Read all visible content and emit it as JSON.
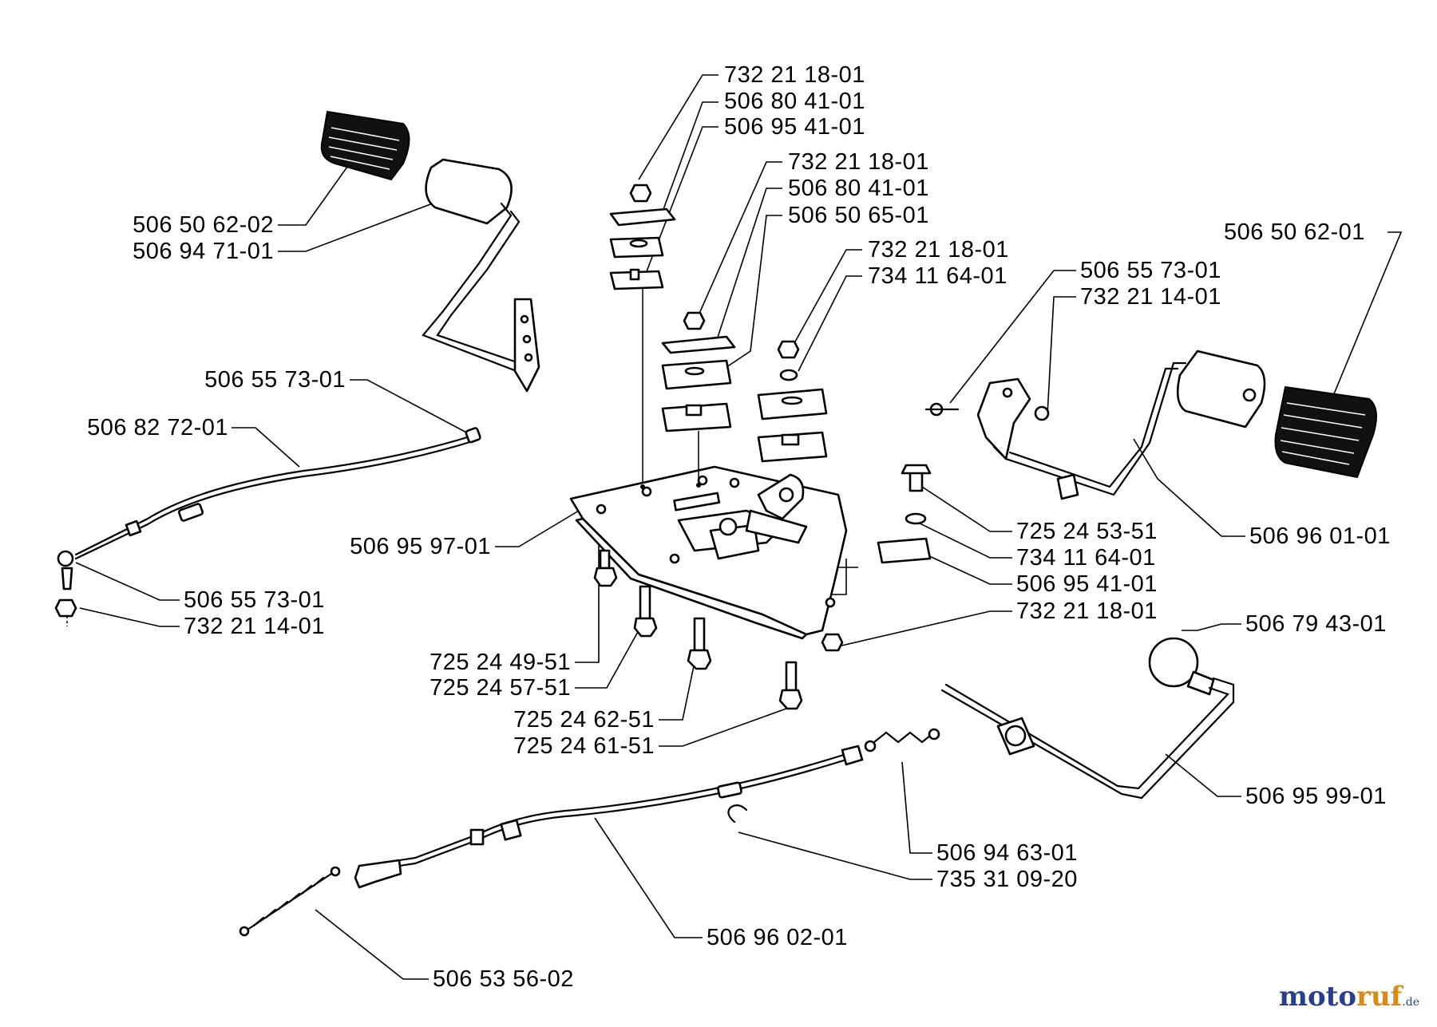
{
  "labels": {
    "l1": "732 21 18-01",
    "l2": "506 80 41-01",
    "l3": "506 95 41-01",
    "l4": "732 21 18-01",
    "l5": "506 80 41-01",
    "l6": "506 50 65-01",
    "l7": "732 21 18-01",
    "l8": "734 11 64-01",
    "l9": "506 50 62-02",
    "l10": "506 94 71-01",
    "l11": "506 50 62-01",
    "l12": "506 55 73-01",
    "l13": "732 21 14-01",
    "l14": "506 55 73-01",
    "l15": "506 82 72-01",
    "l16": "506 95 97-01",
    "l17": "725 24 53-51",
    "l18": "734 11 64-01",
    "l19": "506 95 41-01",
    "l20": "732 21 18-01",
    "l21": "506 96 01-01",
    "l22": "506 55 73-01",
    "l23": "732 21 14-01",
    "l24": "725 24 49-51",
    "l25": "725 24 57-51",
    "l26": "725 24 62-51",
    "l27": "725 24 61-51",
    "l28": "506 79 43-01",
    "l29": "506 95 99-01",
    "l30": "506 94 63-01",
    "l31": "735 31 09-20",
    "l32": "506 96 02-01",
    "l33": "506 53 56-02"
  },
  "watermark": {
    "brand": "motoruf",
    "tld": ".de"
  }
}
